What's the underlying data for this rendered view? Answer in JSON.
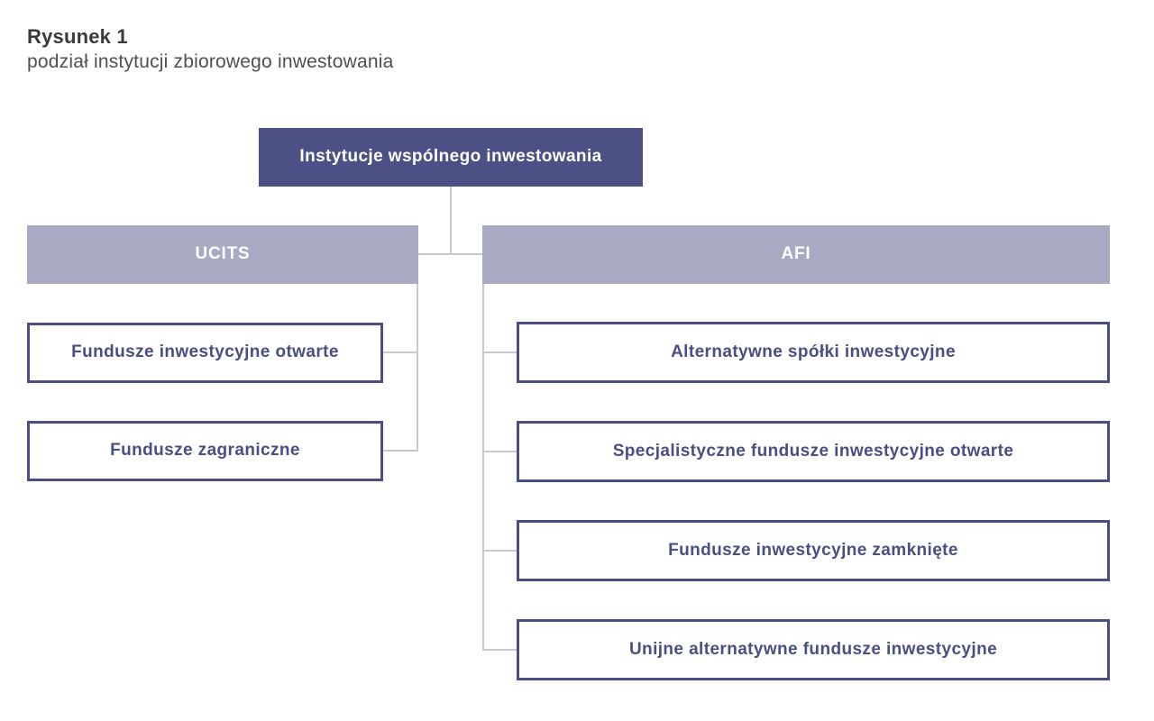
{
  "figure": {
    "label": "Rysunek 1",
    "caption": "podział instytucji zbiorowego inwestowania"
  },
  "tree": {
    "root": {
      "label": "Instytucje wspólnego inwestowania"
    },
    "branches": [
      {
        "label": "UCITS",
        "children": [
          {
            "label": "Fundusze inwestycyjne otwarte"
          },
          {
            "label": "Fundusze zagraniczne"
          }
        ]
      },
      {
        "label": "AFI",
        "children": [
          {
            "label": "Alternatywne spółki inwestycyjne"
          },
          {
            "label": "Specjalistyczne fundusze inwestycyjne otwarte"
          },
          {
            "label": "Fundusze inwestycyjne zamknięte"
          },
          {
            "label": "Unijne alternatywne fundusze inwestycyjne"
          }
        ]
      }
    ]
  },
  "colors": {
    "root_bg": "#4c5084",
    "branch_bg": "#a8aac4",
    "node_border": "#4a4e82",
    "node_text": "#4a4e82",
    "node_text_light": "#ffffff",
    "connector": "#c8c8cf",
    "title_text": "#3a3a3a",
    "caption_text": "#4f4f4f",
    "background": "#ffffff"
  }
}
